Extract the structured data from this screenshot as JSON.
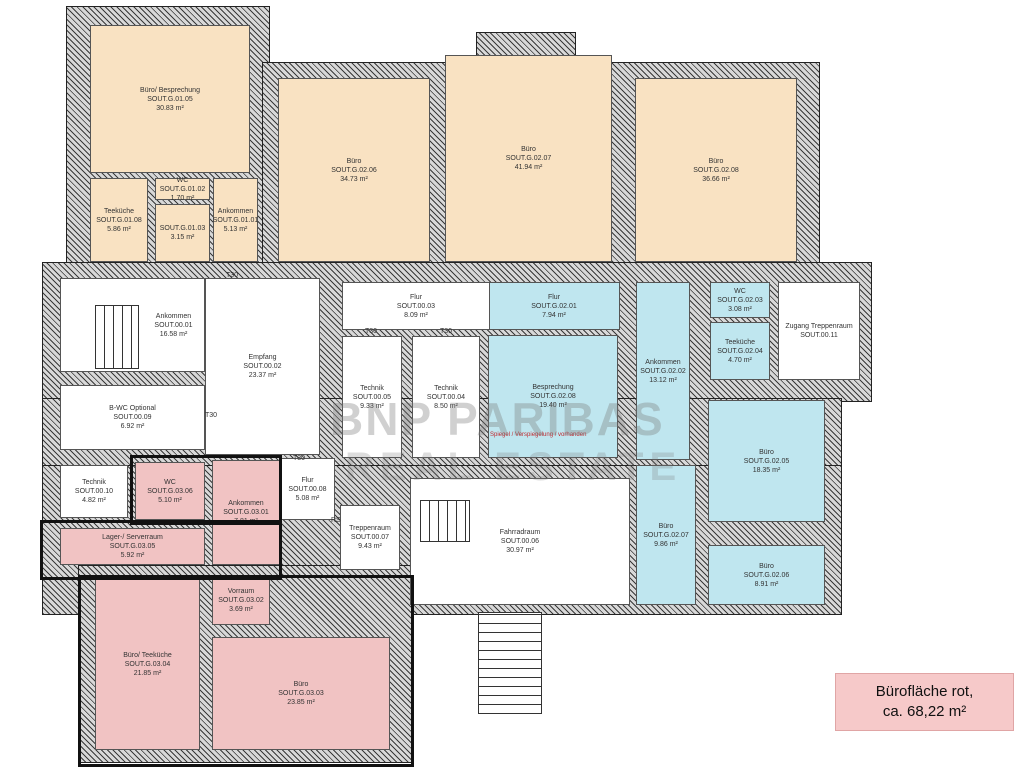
{
  "plan": {
    "rooms": [
      {
        "name": "Büro/ Besprechung",
        "id": "SOUT.G.01.05",
        "area": "30.83 m²",
        "zone": "orange"
      },
      {
        "name": "Teeküche",
        "id": "SOUT.G.01.08",
        "area": "5.86 m²",
        "zone": "orange"
      },
      {
        "name": "WC",
        "id": "SOUT.G.01.02",
        "area": "1.70 m²",
        "zone": "orange"
      },
      {
        "name": "",
        "id": "SOUT.G.01.03",
        "area": "3.15 m²",
        "zone": "orange"
      },
      {
        "name": "Ankommen",
        "id": "SOUT.G.01.01",
        "area": "5.13 m²",
        "zone": "orange"
      },
      {
        "name": "Büro",
        "id": "SOUT.G.02.06",
        "area": "34.73 m²",
        "zone": "orange"
      },
      {
        "name": "Büro",
        "id": "SOUT.G.02.07",
        "area": "41.94 m²",
        "zone": "orange"
      },
      {
        "name": "Büro",
        "id": "SOUT.G.02.08",
        "area": "36.66 m²",
        "zone": "orange"
      },
      {
        "name": "Flur",
        "id": "SOUT.G.02.01",
        "area": "7.94 m²",
        "zone": "blue"
      },
      {
        "name": "Besprechung",
        "id": "SOUT.G.02.08",
        "area": "19.40 m²",
        "zone": "blue"
      },
      {
        "name": "Ankommen",
        "id": "SOUT.G.02.02",
        "area": "13.12 m²",
        "zone": "blue"
      },
      {
        "name": "Büro",
        "id": "SOUT.G.02.07",
        "area": "9.86 m²",
        "zone": "blue"
      },
      {
        "name": "WC",
        "id": "SOUT.G.02.03",
        "area": "3.08 m²",
        "zone": "blue"
      },
      {
        "name": "Teeküche",
        "id": "SOUT.G.02.04",
        "area": "4.70 m²",
        "zone": "blue"
      },
      {
        "name": "Büro",
        "id": "SOUT.G.02.05",
        "area": "18.35 m²",
        "zone": "blue"
      },
      {
        "name": "Büro",
        "id": "SOUT.G.02.06",
        "area": "8.91 m²",
        "zone": "blue"
      },
      {
        "name": "Zugang Treppenraum",
        "id": "SOUT.00.11",
        "area": "",
        "zone": "white"
      },
      {
        "name": "Ankommen",
        "id": "SOUT.00.01",
        "area": "16.58 m²",
        "zone": "white"
      },
      {
        "name": "Empfang",
        "id": "SOUT.00.02",
        "area": "23.37 m²",
        "zone": "white"
      },
      {
        "name": "Flur",
        "id": "SOUT.00.03",
        "area": "8.09 m²",
        "zone": "white"
      },
      {
        "name": "Technik",
        "id": "SOUT.00.05",
        "area": "9.33 m²",
        "zone": "white"
      },
      {
        "name": "Technik",
        "id": "SOUT.00.04",
        "area": "8.50 m²",
        "zone": "white"
      },
      {
        "name": "B-WC Optional",
        "id": "SOUT.00.09",
        "area": "6.92 m²",
        "zone": "white"
      },
      {
        "name": "Technik",
        "id": "SOUT.00.10",
        "area": "4.82 m²",
        "zone": "white"
      },
      {
        "name": "Flur",
        "id": "SOUT.00.08",
        "area": "5.08 m²",
        "zone": "white"
      },
      {
        "name": "Treppenraum",
        "id": "SOUT.00.07",
        "area": "9.43 m²",
        "zone": "white"
      },
      {
        "name": "Fahrradraum",
        "id": "SOUT.00.06",
        "area": "30.97 m²",
        "zone": "white"
      },
      {
        "name": "WC",
        "id": "SOUT.G.03.06",
        "area": "5.10 m²",
        "zone": "pink"
      },
      {
        "name": "Ankommen",
        "id": "SOUT.G.03.01",
        "area": "7.81 m²",
        "zone": "pink"
      },
      {
        "name": "Lager-/ Serverraum",
        "id": "SOUT.G.03.05",
        "area": "5.92 m²",
        "zone": "pink"
      },
      {
        "name": "Vorraum",
        "id": "SOUT.G.03.02",
        "area": "3.69 m²",
        "zone": "pink"
      },
      {
        "name": "Büro/ Teeküche",
        "id": "SOUT.G.03.04",
        "area": "21.85 m²",
        "zone": "pink"
      },
      {
        "name": "Büro",
        "id": "SOUT.G.03.03",
        "area": "23.85 m²",
        "zone": "pink"
      }
    ],
    "door_labels": [
      "T30",
      "T30",
      "T30",
      "T30",
      "T30",
      "RS"
    ],
    "watermark": "BNP PARIBAS",
    "watermark2": "REAL ESTATE",
    "note": "Spiegel / Verspiegelung / vorhanden",
    "colors": {
      "orange": "#f9e2c2",
      "blue": "#bfe6ef",
      "pink": "#f1c3c3",
      "highlight_box": "#f6c9c9"
    }
  },
  "info_box": {
    "line1": "Bürofläche rot,",
    "line2": "ca. 68,22 m²"
  }
}
